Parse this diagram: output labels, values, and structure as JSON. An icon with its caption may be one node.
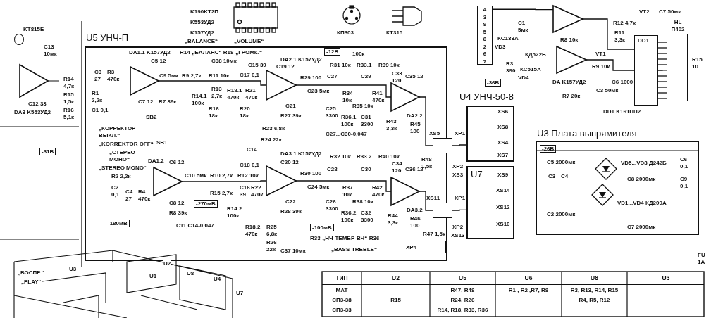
{
  "diagram": {
    "nodes": [
      {
        "text": [
          "U5 УНЧ-П"
        ]
      },
      {
        "text": [
          "DA1.1 K157УД2"
        ],
        "in": 0
      },
      {
        "text": [
          "DA1.2"
        ],
        "in": 0
      },
      {
        "text": [
          "DA2.1 K157УД2"
        ],
        "in": 0
      },
      {
        "text": [
          "DA2.2"
        ],
        "in": 0
      },
      {
        "text": [
          "DA3.1 K157УД2"
        ],
        "in": 0
      },
      {
        "text": [
          "DA3.2"
        ],
        "in": 0
      },
      {
        "text": [
          "XS5",
          "XP1"
        ]
      },
      {
        "text": [
          "XS11",
          "XP1"
        ]
      },
      {
        "text": [
          "XP4"
        ],
        "in": 0
      },
      {
        "text": [
          "U4 УНЧ-50-8"
        ]
      },
      {
        "text": [
          "U7"
        ]
      },
      {
        "text": [
          "U3 Плата выпрямителя"
        ]
      },
      {
        "text": [
          "DA3 K553УД2"
        ]
      },
      {
        "text": [
          "KT815Б"
        ]
      },
      {
        "text": [],
        "shape": "triangle"
      },
      {
        "text": [
          "DA K157УД2"
        ]
      },
      {
        "text": [
          "DD1"
        ],
        "beside": [
          "DD1 K161ПП2"
        ]
      },
      {
        "text": [
          "HL П402"
        ]
      },
      {
        "text": [],
        "shape": "diamond",
        "in": 12,
        "beside": [
          "VD5...VD8 Д242Б"
        ]
      },
      {
        "text": [],
        "shape": "diamond",
        "in": 12,
        "beside": [
          "VD1...VD4 КД209А"
        ]
      },
      {
        "text": [
          "4",
          "3",
          "9",
          "5",
          "8",
          "2",
          "6",
          "7"
        ]
      }
    ],
    "edges": [
      {
        "from": 1,
        "to": 3,
        "arrow": "none"
      },
      {
        "from": 2,
        "to": 5,
        "arrow": "none"
      },
      {
        "from": 3,
        "to": 4,
        "arrow": "none"
      },
      {
        "from": 5,
        "to": 6,
        "arrow": "none"
      },
      {
        "from": 4,
        "to": 7,
        "arrow": "none"
      },
      {
        "from": 6,
        "to": 8,
        "arrow": "none"
      },
      {
        "from": 7,
        "to": 10,
        "arrow": "none"
      },
      {
        "from": 8,
        "to": 11,
        "arrow": "none"
      },
      {
        "from": 15,
        "to": 17,
        "arrow": "none"
      },
      {
        "from": 16,
        "to": 17,
        "arrow": "none"
      },
      {
        "from": 17,
        "to": 18,
        "arrow": "none"
      },
      {
        "from": 21,
        "to": 15,
        "arrow": "none"
      },
      {
        "from": 17,
        "to": 18,
        "arrow": "none"
      },
      {
        "from": 17,
        "to": 18,
        "arrow": "none"
      },
      {
        "from": 17,
        "to": 18,
        "arrow": "none"
      },
      {
        "from": 17,
        "to": 18,
        "arrow": "none"
      },
      {
        "from": 17,
        "to": 18,
        "arrow": "none"
      },
      {
        "from": 17,
        "to": 18,
        "arrow": "none"
      },
      {
        "from": 17,
        "to": 18,
        "arrow": "none"
      },
      {
        "from": 17,
        "to": 18,
        "arrow": "none"
      },
      {
        "from": 17,
        "to": 18,
        "arrow": "none"
      },
      {
        "from": 17,
        "to": 18,
        "arrow": "none"
      }
    ],
    "labels": [
      "K190KT2П",
      "K553УД2",
      "K157УД2",
      "„BALANCE“",
      "„VOLUME“",
      "КП303",
      "КТ315",
      "C13 10мк",
      "R14 4,7к",
      "R15 1,5к",
      "C12 33",
      "R16 5,1к",
      "-31В",
      "R14-„БАЛАНС“ R18-„ГРОМК.“",
      "C5 12",
      "C3 27",
      "R3 470к",
      "C7 12",
      "R7 39к",
      "R1 2,2к",
      "C1 0,1",
      "C9 5мк",
      "R9 2,7к",
      "R11 10к",
      "C38 10мк",
      "R13 2,7к",
      "R14.1 100к",
      "R16 18к",
      "C15 39",
      "C17 0,1",
      "R18.1 470к",
      "R21 470к",
      "C19 12",
      "C21",
      "R27 39к",
      "R29 100",
      "C23 5мк",
      "R20 18к",
      "R23 6,8к",
      "R24 22к",
      "C14",
      "SB2",
      "„КОРРЕКТОР ВЫКЛ.“",
      "„KORREKTOR OFF“",
      "SB1",
      "„СТЕРЕО МОНО“",
      "„STEREO MONO“",
      "R2 2,2к",
      "C2 0,1",
      "C4 27",
      "R4 470к",
      "C6 12",
      "C10 5мк",
      "R10 2,7к",
      "R12 10к",
      "C8 12",
      "R8 39к",
      "-270мВ",
      "C11,C14-0,047",
      "R15 2,7к",
      "R14.2 100к",
      "-180мВ",
      "C18 0,1",
      "C16 39",
      "R22 470к",
      "C20 12",
      "R18.2 470к",
      "C22",
      "R28 39к",
      "R30 100",
      "C24 5мк",
      "-100мВ",
      "R25 6,8к",
      "R26 22к",
      "C37 10мк",
      "-12В",
      "100к",
      "R31 10к",
      "R33.1",
      "R39 10к",
      "C27",
      "C29",
      "R34 10к",
      "R35 10к",
      "C25 3300",
      "R36.1 100к",
      "C31 3300",
      "R41 470к",
      "C33 120",
      "C35 12",
      "R43 3,3к",
      "R45 100",
      "C27...C30-0,047",
      "R32 10к",
      "R33.2",
      "R40 10к",
      "C28",
      "C30",
      "R37 10к",
      "R38 10к",
      "C26 3300",
      "R36.2 100к",
      "C32 3300",
      "R42 470к",
      "C34 120",
      "C36 12",
      "R44 3,3к",
      "R46 100",
      "R47 1,5к",
      "R48 1,5к",
      "R33-„НЧ-ТЕМБР-ВЧ“-R36",
      "„BASS-TREBLE“",
      "XS6",
      "XS8",
      "XS4",
      "XS7",
      "XS9",
      "XS14",
      "XS12",
      "XS10",
      "XP2",
      "XS3",
      "XP2",
      "XS13",
      "-26В",
      "C5 2000мк",
      "C3",
      "C4",
      "C2 2000мк",
      "C6 0,1",
      "C8 2000мк",
      "C9 0,1",
      "C7 2000мк",
      "КС133А",
      "VD3",
      "R3 390",
      "КС515А",
      "VD4",
      "КД522Б",
      "-36В",
      "C1 5мк",
      "R8 10к",
      "R9 10к",
      "R7 20к",
      "C3 50мк",
      "C6 1000",
      "R11 3,3к",
      "VT1",
      "VT2",
      "R12 4,7к",
      "C7 50мк",
      "R15 10",
      "FU 1A",
      "„ВОСПР.“",
      "„PLAY“",
      "U3",
      "U2",
      "U1",
      "U8",
      "U4",
      "U7",
      "ТИП",
      "U2",
      "U5",
      "U6",
      "U8",
      "U3",
      "МАТ",
      "R47, R48",
      "R1 , R2 ,R7, R8",
      "R3, R13, R14, R15",
      "СП3-38",
      "R15",
      "R24, R26",
      "R4, R5, R12",
      "СП3-33",
      "R14, R18, R33, R36"
    ]
  }
}
